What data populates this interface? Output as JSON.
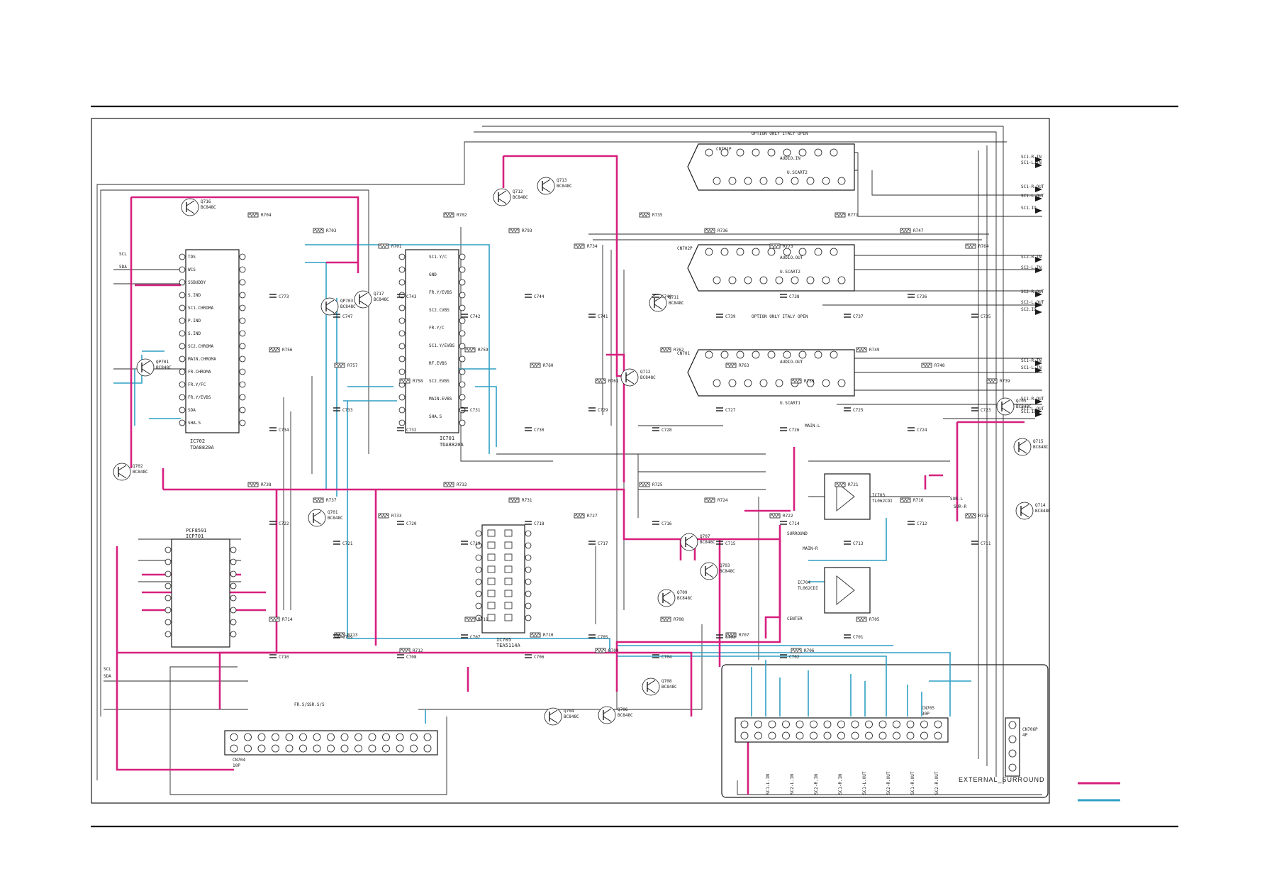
{
  "colors": {
    "magenta": "#d6207e",
    "cyan": "#2f9fc4",
    "ink": "#1a1a1a"
  },
  "chips": {
    "ic702": {
      "name": "IC702",
      "part": "TDA8820A"
    },
    "ic701": {
      "name": "IC701",
      "part": "TDA8820A"
    },
    "ic703": {
      "name": "IC703",
      "part": "TL062CDI"
    },
    "ic704": {
      "name": "IC704",
      "part": "TL062CDI"
    },
    "icp701": {
      "name": "ICP701",
      "part": "PCF8591"
    },
    "ic705": {
      "name": "IC705",
      "part": "TEA5114A"
    }
  },
  "ic_left_pins": [
    "TDS",
    "WCS",
    "SSBUDDY",
    "S.IND",
    "SC1.CHROMA",
    "P.IND",
    "S.IND",
    "SC2.CHROMA",
    "MAIN.CHROMA",
    "FR.CHROMA",
    "FR.Y/FC",
    "FR.Y/EVBS",
    "SDA",
    "SHA.S"
  ],
  "ic_right_pins": [
    "SC1.Y/C",
    "GND",
    "FR.Y/EVBS",
    "SC2.CVBS",
    "FR.Y/C",
    "SC1.Y/EVBS",
    "RF.EVBS",
    "SC2.EVBS",
    "MAIN.EVBS",
    "SHA.S"
  ],
  "connectors": {
    "scart_u": {
      "name": "CN701P",
      "label": "U.SCART2",
      "title": "AUDIO.IN"
    },
    "scart_mid": {
      "name": "CN702P",
      "label": "U.SCART2",
      "title": "AUDIO.OUT"
    },
    "scart_low": {
      "name": "CN701",
      "label": "U.SCART1",
      "title": "AUDIO.OUT"
    },
    "cn704": {
      "name": "CN704",
      "pins": "10P"
    },
    "cn705": {
      "name": "CN705",
      "pins": "30P"
    },
    "cn706": {
      "name": "CN706P",
      "pins": "4P"
    }
  },
  "signals": {
    "right": [
      "SC1-R.IN",
      "SC1-L.IN",
      "SC1-R.OUT",
      "SC1-L.OUT",
      "SC1.IO",
      "SC2-R.IN",
      "SC2-L.IN",
      "SC2-R.OUT",
      "SC2-L.OUT",
      "SC2.IO",
      "SC1-R.IN",
      "SC1-L.IN",
      "SC1-R.OUT",
      "SC1-L.OUT",
      "SC1.IO"
    ],
    "left": [
      "SCL",
      "SDA",
      "SCL",
      "SDA"
    ],
    "bus_bottom": [
      "SC1-L.IN",
      "SC2-L.IN",
      "SC2-R.IN",
      "SC1-R.IN",
      "SC1-L.OUT",
      "SC2-R.OUT",
      "SC1-R.OUT",
      "SC2-R.OUT"
    ],
    "misc": [
      "SURROUND",
      "CENTER",
      "MAIN-L",
      "MAIN-R",
      "SUR-L",
      "SUR-R",
      "FR.S/S",
      "SR.S/S"
    ]
  },
  "transistors": [
    "Q716",
    "Q713",
    "Q712",
    "Q717",
    "QP703",
    "QP701",
    "Q702",
    "Q701",
    "Q711",
    "Q712",
    "Q709",
    "Q703",
    "Q707",
    "Q706",
    "Q704",
    "Q715",
    "Q714",
    "Q708",
    "Q705"
  ],
  "transistor_part": "BC848C",
  "resistors": [
    "R704",
    "R703",
    "R701",
    "R702",
    "R793",
    "R734",
    "R735",
    "R736",
    "R773",
    "R771",
    "R747",
    "R764",
    "R756",
    "R757",
    "R758",
    "R759",
    "R760",
    "R761",
    "R762",
    "R763",
    "R750",
    "R749",
    "R748",
    "R739",
    "R738",
    "R737",
    "R733",
    "R732",
    "R731",
    "R727",
    "R725",
    "R724",
    "R722",
    "R721",
    "R716",
    "R715",
    "R714",
    "R713",
    "R712",
    "R711",
    "R710",
    "R709",
    "R708",
    "R707",
    "R706",
    "R705"
  ],
  "capacitors": [
    "C773",
    "C747",
    "C743",
    "C742",
    "C744",
    "C741",
    "C740",
    "C739",
    "C738",
    "C737",
    "C736",
    "C735",
    "C734",
    "C733",
    "C732",
    "C731",
    "C730",
    "C729",
    "C728",
    "C727",
    "C726",
    "C725",
    "C724",
    "C723",
    "C722",
    "C721",
    "C720",
    "C719",
    "C718",
    "C717",
    "C716",
    "C715",
    "C714",
    "C713",
    "C712",
    "C711",
    "C710",
    "C709",
    "C708",
    "C707",
    "C706",
    "C705",
    "C704",
    "C703",
    "C702",
    "C701"
  ],
  "notes": [
    "OPTION ONLY ITALY OPEN",
    "OPTION ONLY ITALY OPEN"
  ],
  "footer_label": "EXTERNAL_SURROUND",
  "legend": [
    {
      "color": "#d6207e"
    },
    {
      "color": "#2f9fc4"
    }
  ]
}
